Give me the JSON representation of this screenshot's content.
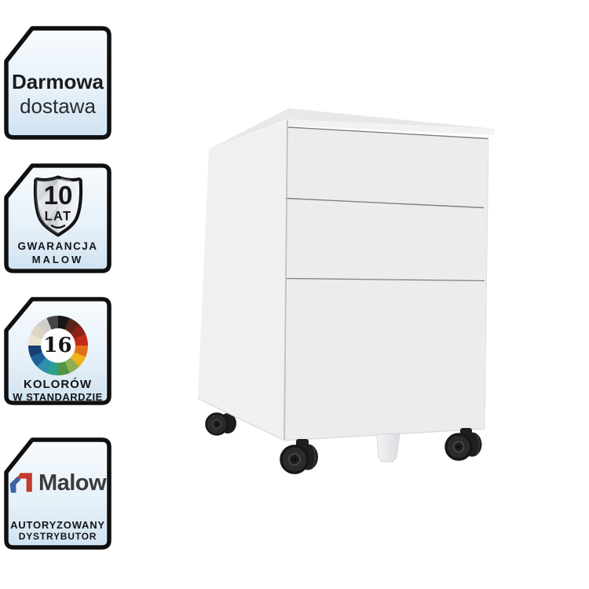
{
  "colors": {
    "badge_border": "#0f0f0f",
    "badge_bg_top": "#f7fbfe",
    "badge_bg_mid": "#e7f1f9",
    "badge_bg_bottom": "#cfe2f1"
  },
  "badge_free_delivery": {
    "line1": "Darmowa",
    "line2": "dostawa"
  },
  "badge_warranty": {
    "shield_number": "10",
    "shield_label": "LAT",
    "line1": "GWARANCJA",
    "line2": "MALOW"
  },
  "badge_colors": {
    "count": "16",
    "line1": "KOLORÓW",
    "line2": "W STANDARDZIE",
    "palette": [
      "#161616",
      "#58251b",
      "#8c2016",
      "#c22a1a",
      "#e0711c",
      "#eeb21c",
      "#8fae52",
      "#4f9447",
      "#2aa18c",
      "#2e8fae",
      "#1d5f97",
      "#143f72",
      "#ece4d2",
      "#ddd5c2",
      "#cfcfca",
      "#454545"
    ]
  },
  "badge_distributor": {
    "brand": "Malow",
    "line1": "AUTORYZOWANY",
    "line2": "DYSTRYBUTOR",
    "logo_blue": "#3b63a5",
    "logo_red": "#c23b32"
  },
  "product": {
    "colors": {
      "top": "#e7e8ea",
      "slab_edge": "#f1f2f4",
      "side": "#f0f0f2",
      "front": "#ececee",
      "divider_line": "#7f8285",
      "edge_line": "#bdbfc2",
      "shadow_line": "#d8d9db",
      "caster": "#2b2b2d",
      "caster_dark": "#17171a",
      "foot": "#eceff1"
    }
  }
}
